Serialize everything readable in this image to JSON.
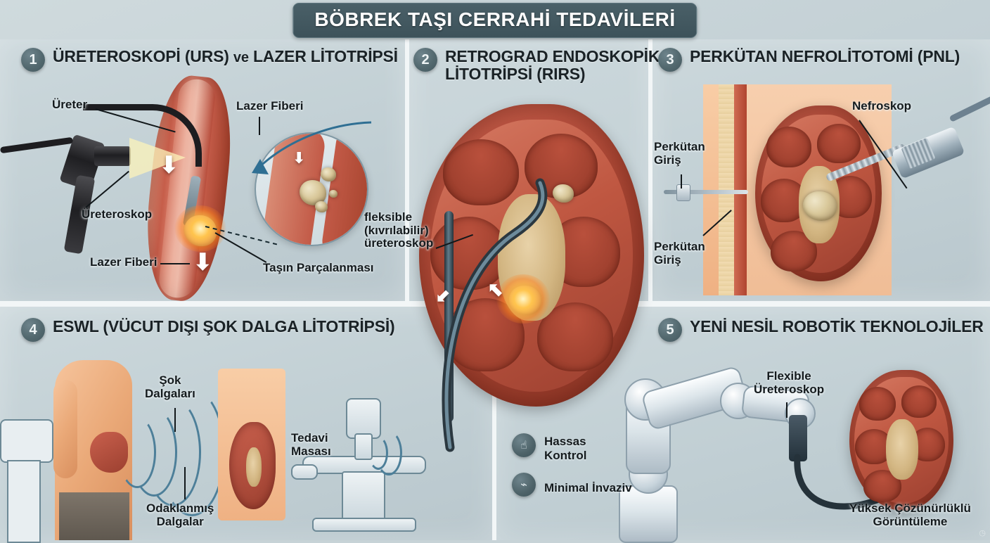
{
  "header": {
    "title": "BÖBREK TAŞI CERRAHİ TEDAVİLERİ"
  },
  "sections": [
    {
      "number": "1",
      "title_line1": "ÜRETEROSKOPİ (URS) ",
      "title_line1b": "ve",
      "title_line1c": " LAZER LİTOTRİPSİ",
      "labels": {
        "ureter": "Üreter",
        "ureteroscope": "Üreteroskop",
        "laser_fiber_top": "Lazer Fiberi",
        "laser_fiber_left": "Lazer Fiberi",
        "stone_fragmentation": "Taşın Parçalanması"
      }
    },
    {
      "number": "2",
      "title_line1": "RETROGRAD ENDOSKOPİK",
      "title_line2": "LİTOTRİPSİ (RIRS)",
      "labels": {
        "flexible_ureteroscope": "fleksible\n(kıvrılabilir)\nüreteroskop"
      }
    },
    {
      "number": "3",
      "title_line1": "PERKÜTAN NEFROLİTOTOMİ (PNL)",
      "labels": {
        "nephroscope": "Nefroskop",
        "percutaneous_access_1": "Perkütan\nGiriş",
        "percutaneous_access_2": "Perkütan\nGiriş"
      }
    },
    {
      "number": "4",
      "title_line1": "ESWL (VÜCUT DIŞI ŞOK DALGA LİTOTRİPSİ)",
      "labels": {
        "shock_waves": "Şok\nDalgaları",
        "treatment_table": "Tedavi\nMasası",
        "focused_waves": "Odaklanmış\nDalgalar"
      }
    },
    {
      "number": "5",
      "title_line1": "YENİ NESİL ROBOTİK TEKNOLOJİLER",
      "labels": {
        "flexible_ureteroscope": "Flexible\nÜreteroskop",
        "high_resolution_imaging": "Yüksek Çözünürlüklü\nGörüntüleme"
      },
      "features": [
        {
          "icon": "hand-touch-icon",
          "glyph": "☝",
          "text": "Hassas\nKontrol"
        },
        {
          "icon": "dna-icon",
          "glyph": "⌁",
          "text": "Minimal İnvaziv"
        }
      ]
    }
  ],
  "colors": {
    "background": "#c3d0d5",
    "title_bar": "#3d525a",
    "badge": "#53696f",
    "text": "#141a1d",
    "kidney_red": "#b04a37",
    "stone_tan": "#d9c89a",
    "skin": "#eaa978",
    "wave_blue": "#4d7f99",
    "divider": "#f2f6f7"
  }
}
